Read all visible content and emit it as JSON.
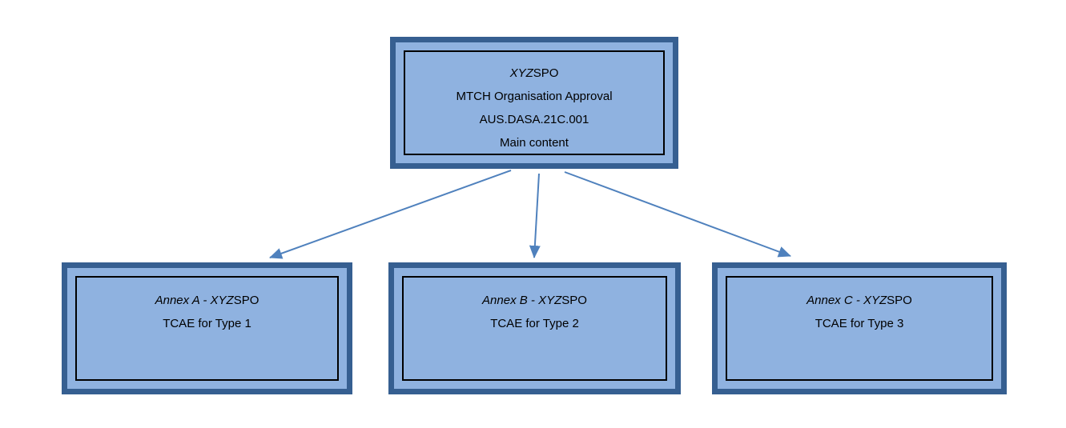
{
  "diagram": {
    "colors": {
      "background": "#ffffff",
      "box_fill": "#8fb2e0",
      "box_outer_border": "#365f91",
      "box_inner_border": "#000000",
      "arrow": "#4f81bd",
      "text": "#000000"
    },
    "main_box": {
      "title_italic": "XYZ",
      "title_rest": "SPO",
      "lines": [
        "MTCH Organisation Approval",
        "AUS.DASA.21C.001",
        "Main content"
      ]
    },
    "annex_boxes": [
      {
        "id": "annex-a",
        "title_italic": "Annex A - XYZ",
        "title_rest": "SPO",
        "subtitle": "TCAE for Type 1"
      },
      {
        "id": "annex-b",
        "title_italic": "Annex B - XYZ",
        "title_rest": "SPO",
        "subtitle": "TCAE for Type 2"
      },
      {
        "id": "annex-c",
        "title_italic": "Annex C - XYZ",
        "title_rest": "SPO",
        "subtitle": "TCAE for Type 3"
      }
    ],
    "edges": [
      {
        "from": "main",
        "to": "annex-a"
      },
      {
        "from": "main",
        "to": "annex-b"
      },
      {
        "from": "main",
        "to": "annex-c"
      }
    ]
  }
}
